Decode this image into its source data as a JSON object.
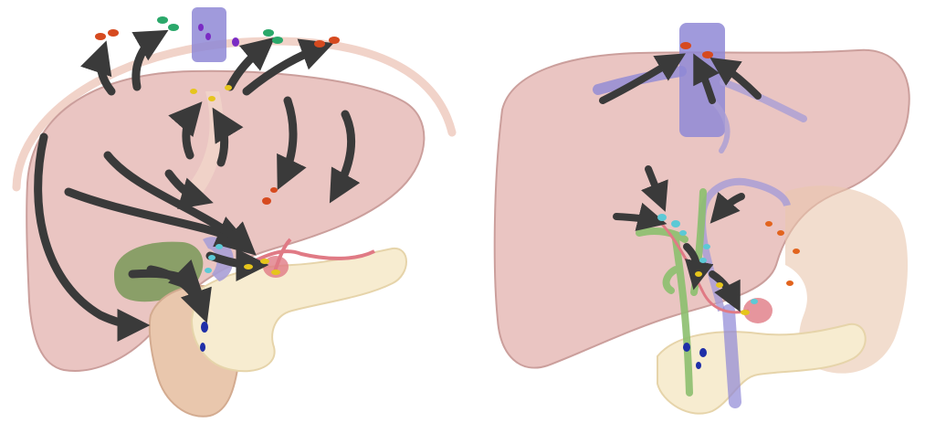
{
  "figure": {
    "panels": [
      {
        "id": "left",
        "view": "anterior",
        "organs": [
          "liver",
          "gallbladder",
          "pancreas",
          "duodenum",
          "inferior-vena-cava",
          "diaphragm"
        ]
      },
      {
        "id": "right",
        "view": "anterior",
        "organs": [
          "liver",
          "pancreas",
          "duodenum",
          "inferior-vena-cava",
          "portal-vein",
          "bile-duct"
        ]
      }
    ],
    "colors": {
      "liver": "#e9c2bf",
      "liver_edge": "#c99a97",
      "diaphragm": "#f1d3c9",
      "pancreas": "#f7ecd0",
      "duodenum": "#e9c7ad",
      "gallbladder": "#7f9a5e",
      "ivc": "#8f88d6",
      "portal_vein": "#a99ed6",
      "artery": "#e07a85",
      "bile_duct": "#8cbf6e",
      "arrow": "#3a3a3a",
      "node_red": "#d64a1f",
      "node_green": "#2aa86a",
      "node_purple": "#7a2bc4",
      "node_yellow": "#e6c51c",
      "node_cyan": "#5cc9d6",
      "node_blue": "#1f2fa8",
      "node_orange": "#e2641e"
    }
  }
}
